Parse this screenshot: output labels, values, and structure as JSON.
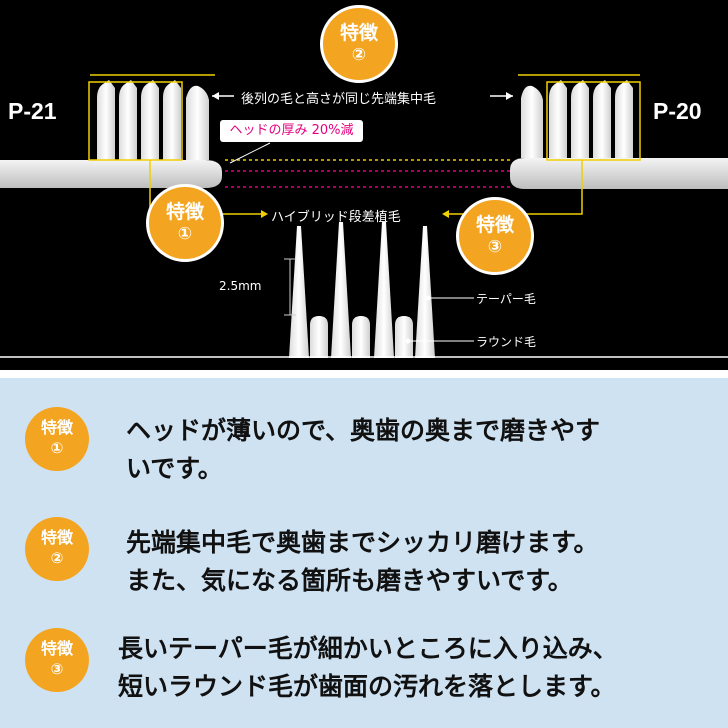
{
  "diagram": {
    "model_left": "P-21",
    "model_right": "P-20",
    "callout_top": "後列の毛と高さが同じ先端集中毛",
    "callout_thin_head": "ヘッドの厚み 20%減",
    "callout_hybrid": "ハイブリッド段差植毛",
    "dimension_label": "2.5mm",
    "taper_label": "テーパー毛",
    "round_label": "ラウンド毛",
    "badges": [
      {
        "title": "特徴",
        "num": "①"
      },
      {
        "title": "特徴",
        "num": "②"
      },
      {
        "title": "特徴",
        "num": "③"
      }
    ],
    "colors": {
      "badge": "#f3a521",
      "guide": "#f0d000",
      "pink": "#e4007f",
      "panel_bg": "#cfe2f2"
    }
  },
  "features": [
    {
      "title": "特徴",
      "num": "①",
      "line1": "ヘッドが薄いので、奥歯の奥まで磨きやす",
      "line2": "いです。"
    },
    {
      "title": "特徴",
      "num": "②",
      "line1": "先端集中毛で奥歯までシッカリ磨けます。",
      "line2": "また、気になる箇所も磨きやすいです。"
    },
    {
      "title": "特徴",
      "num": "③",
      "line1": "長いテーパー毛が細かいところに入り込み、",
      "line2": "短いラウンド毛が歯面の汚れを落とします。"
    }
  ]
}
